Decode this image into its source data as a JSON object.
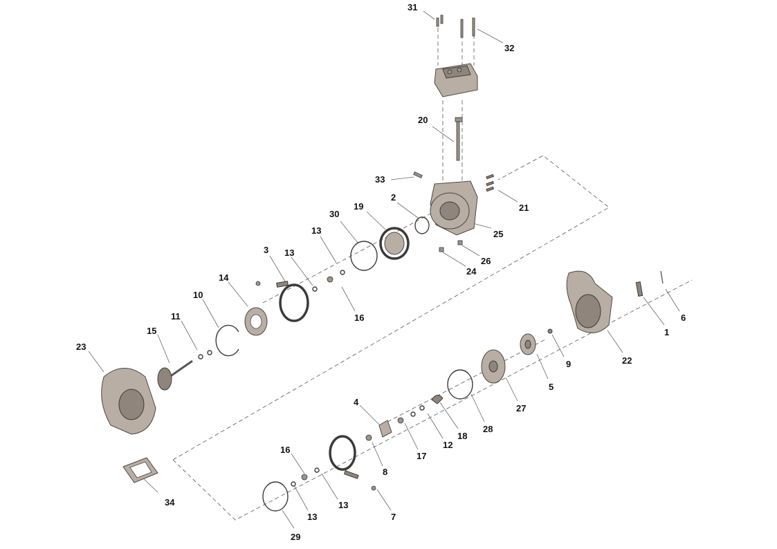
{
  "diagram": {
    "callouts": [
      "31",
      "32",
      "20",
      "33",
      "21",
      "2",
      "19",
      "30",
      "25",
      "13",
      "26",
      "24",
      "3",
      "13",
      "14",
      "10",
      "16",
      "11",
      "15",
      "23",
      "1",
      "6",
      "22",
      "9",
      "5",
      "27",
      "28",
      "4",
      "18",
      "12",
      "17",
      "8",
      "16",
      "13",
      "34",
      "7",
      "13",
      "29"
    ]
  }
}
